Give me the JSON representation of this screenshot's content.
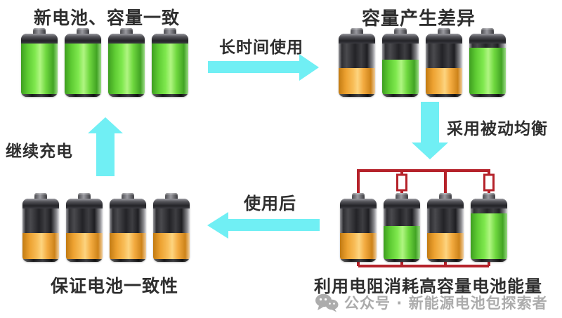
{
  "colors": {
    "arrow": "#70EFF4",
    "wire": "#B5222A",
    "text": "#2E2E2E",
    "watermark": "#ACACAC",
    "battery_green": "#5ECB33",
    "battery_orange": "#F3AB40"
  },
  "groups": {
    "top_left": {
      "label": "新电池、容量一致",
      "batteries": [
        {
          "color": "green",
          "fill": 100
        },
        {
          "color": "green",
          "fill": 100
        },
        {
          "color": "green",
          "fill": 100
        },
        {
          "color": "green",
          "fill": 100
        }
      ]
    },
    "top_right": {
      "label": "容量产生差异",
      "batteries": [
        {
          "color": "orange",
          "fill": 52
        },
        {
          "color": "green",
          "fill": 68
        },
        {
          "color": "orange",
          "fill": 52
        },
        {
          "color": "green",
          "fill": 92
        }
      ]
    },
    "bottom_right": {
      "label": "利用电阻消耗高容量电池能量",
      "batteries": [
        {
          "color": "orange",
          "fill": 52
        },
        {
          "color": "green",
          "fill": 65
        },
        {
          "color": "orange",
          "fill": 52
        },
        {
          "color": "green",
          "fill": 90
        }
      ]
    },
    "bottom_left": {
      "label": "保证电池一致性",
      "batteries": [
        {
          "color": "orange",
          "fill": 52
        },
        {
          "color": "orange",
          "fill": 52
        },
        {
          "color": "orange",
          "fill": 52
        },
        {
          "color": "orange",
          "fill": 52
        }
      ]
    }
  },
  "arrows": {
    "right": {
      "label": "长时间使用"
    },
    "down": {
      "label": "采用被动均衡"
    },
    "left": {
      "label": "使用后"
    },
    "up": {
      "label": "继续充电"
    }
  },
  "watermark": {
    "text": "公众号 · 新能源电池包探索者"
  }
}
